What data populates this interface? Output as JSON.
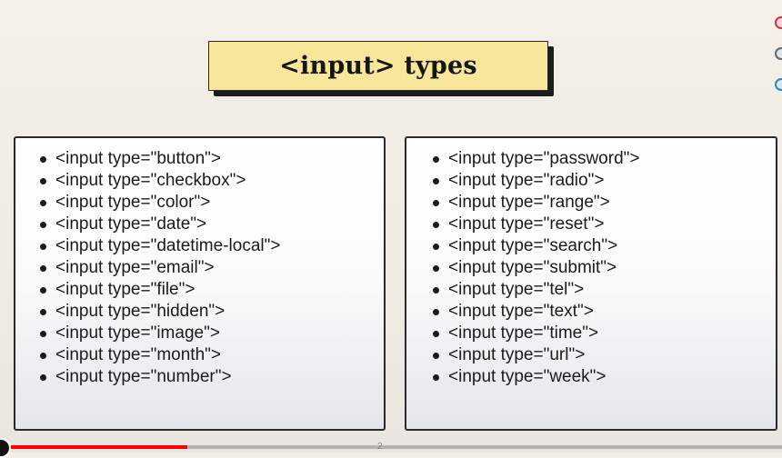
{
  "slide": {
    "title": "<input> types"
  },
  "left_list": {
    "items": [
      "<input type=\"button\">",
      "<input type=\"checkbox\">",
      "<input type=\"color\">",
      "<input type=\"date\">",
      "<input type=\"datetime-local\">",
      "<input type=\"email\">",
      "<input type=\"file\">",
      "<input type=\"hidden\">",
      "<input type=\"image\">",
      "<input type=\"month\">",
      "<input type=\"number\">"
    ]
  },
  "right_list": {
    "items": [
      "<input type=\"password\">",
      "<input type=\"radio\">",
      "<input type=\"range\">",
      "<input type=\"reset\">",
      "<input type=\"search\">",
      "<input type=\"submit\">",
      "<input type=\"tel\">",
      "<input type=\"text\">",
      "<input type=\"time\">",
      "<input type=\"url\">",
      "<input type=\"week\">"
    ]
  },
  "player": {
    "progress": 0.24,
    "page_indicator": "2"
  },
  "colors": {
    "title_fill": "#f8e79a",
    "progress": "#ff0000"
  }
}
